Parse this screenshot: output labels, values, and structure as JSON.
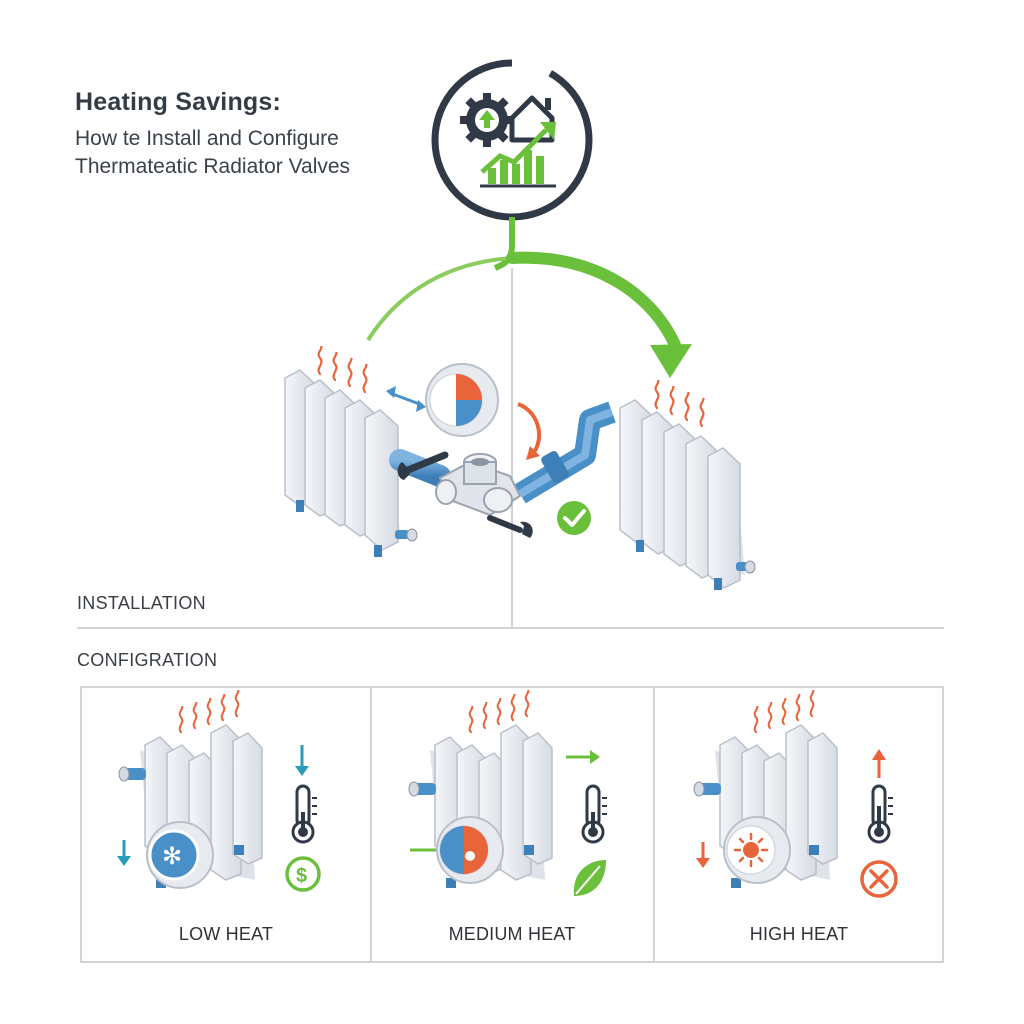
{
  "header": {
    "title": "Heating Savings:",
    "subtitle_line1": "How te Install and Configure",
    "subtitle_line2": "Thermateatic Radiator Valves"
  },
  "logo": {
    "icon": "gear-house-growth-chart-icon"
  },
  "sections": {
    "installation_label": "INSTALLATION",
    "configuration_label": "CONFIGRATION"
  },
  "panels": [
    {
      "label": "LOW HEAT",
      "dial": "snowflake-icon",
      "arrow": "down",
      "badge": "dollar-icon",
      "accent": "#2a9bb8"
    },
    {
      "label": "MEDIUM HEAT",
      "dial": "half-dial-icon",
      "arrow": "right",
      "badge": "leaf-icon",
      "accent": "#6abf3b"
    },
    {
      "label": "HIGH HEAT",
      "dial": "sun-icon",
      "arrow": "up",
      "badge": "x-circle-icon",
      "accent": "#e8643a"
    }
  ],
  "colors": {
    "green": "#6abf3b",
    "blue": "#4a90c8",
    "orange": "#e8643a",
    "dark": "#2f3a46",
    "radiator": "#e9ecf1"
  }
}
